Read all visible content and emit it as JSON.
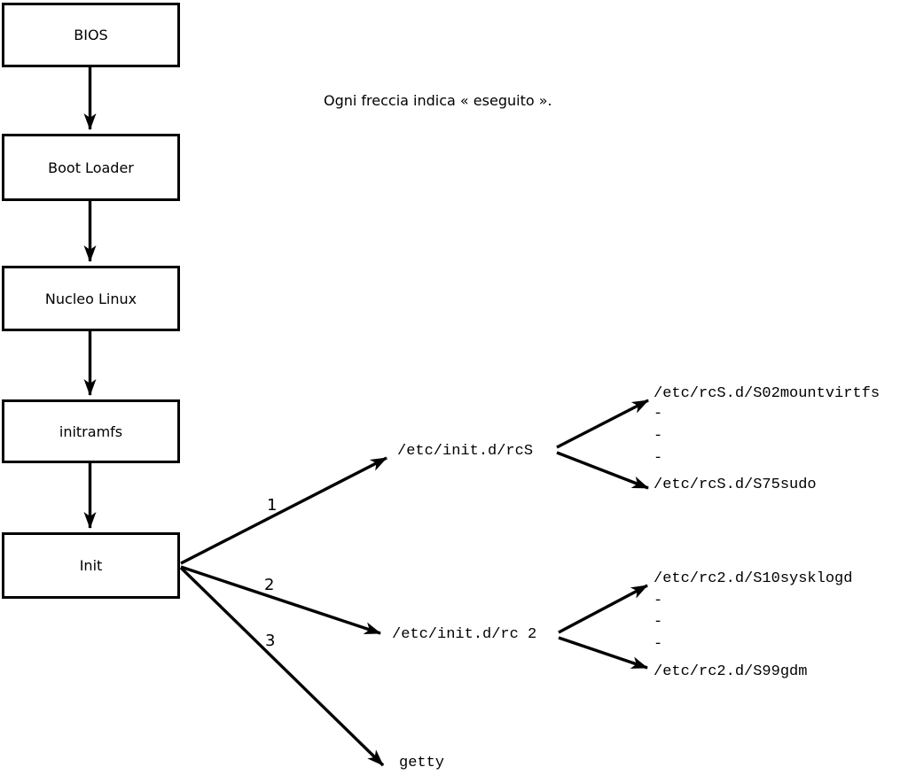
{
  "diagram": {
    "caption": "Ogni freccia indica « eseguito ».",
    "boot_chain": [
      "BIOS",
      "Boot Loader",
      "Nucleo Linux",
      "initramfs",
      "Init"
    ],
    "branch_labels": [
      "1",
      "2",
      "3"
    ],
    "scripts": {
      "rcS": "/etc/init.d/rcS",
      "rcS_first": "/etc/rcS.d/S02mountvirtfs",
      "rcS_last": "/etc/rcS.d/S75sudo",
      "rc2": "/etc/init.d/rc 2",
      "rc2_first": "/etc/rc2.d/S10sysklogd",
      "rc2_last": "/etc/rc2.d/S99gdm",
      "getty": "getty",
      "ellipsis_dash": "-"
    },
    "line_color": "#000000"
  }
}
